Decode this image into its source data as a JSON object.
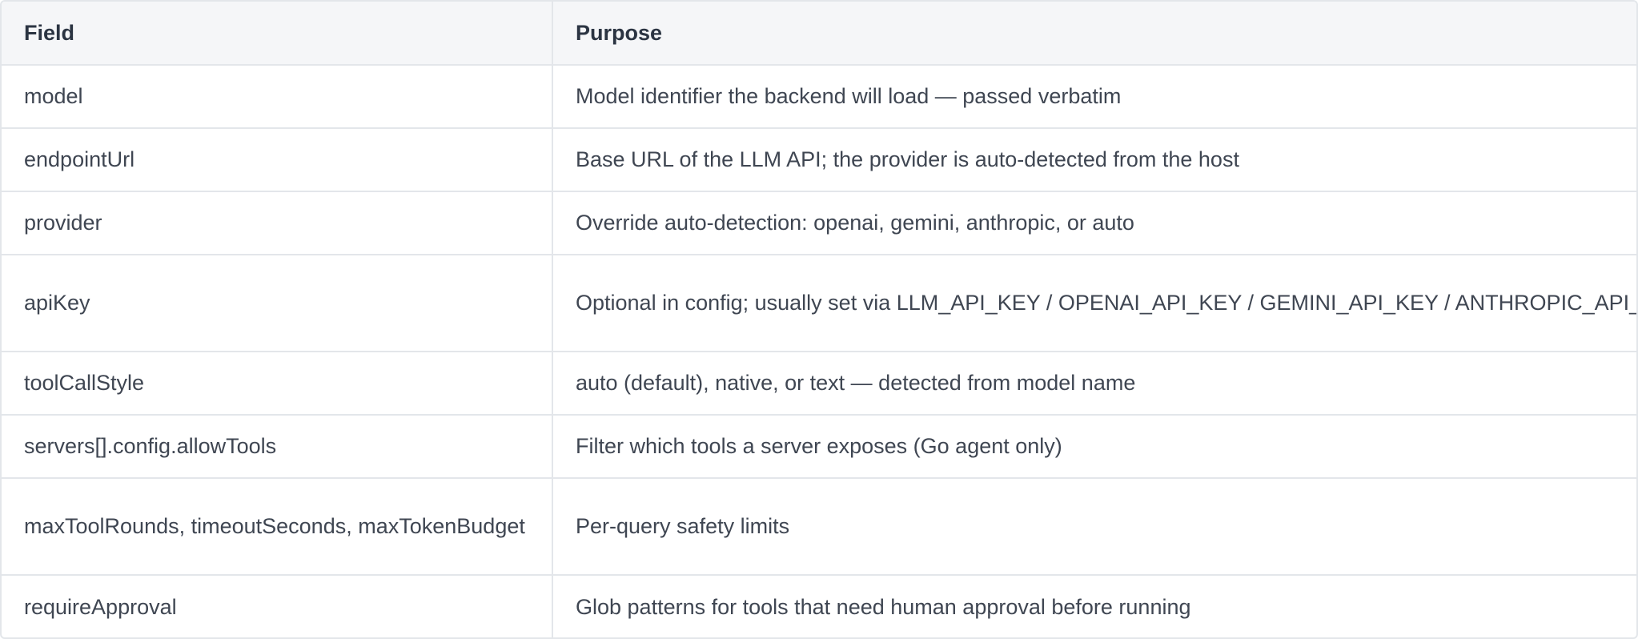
{
  "table": {
    "headers": [
      "Field",
      "Purpose"
    ],
    "rows": [
      {
        "field": "model",
        "purpose": "Model identifier the backend will load — passed verbatim"
      },
      {
        "field": "endpointUrl",
        "purpose": "Base URL of the LLM API; the provider is auto-detected from the host"
      },
      {
        "field": "provider",
        "purpose": "Override auto-detection: openai, gemini, anthropic, or auto"
      },
      {
        "field": "apiKey",
        "purpose": "Optional in config; usually set via LLM_API_KEY / OPENAI_API_KEY / GEMINI_API_KEY / ANTHROPIC_API_KEY"
      },
      {
        "field": "toolCallStyle",
        "purpose": "auto (default), native, or text — detected from model name"
      },
      {
        "field": "servers[].config.allowTools",
        "purpose": "Filter which tools a server exposes (Go agent only)"
      },
      {
        "field": "maxToolRounds, timeoutSeconds, maxTokenBudget",
        "purpose": "Per-query safety limits"
      },
      {
        "field": "requireApproval",
        "purpose": "Glob patterns for tools that need human approval before running"
      }
    ]
  }
}
